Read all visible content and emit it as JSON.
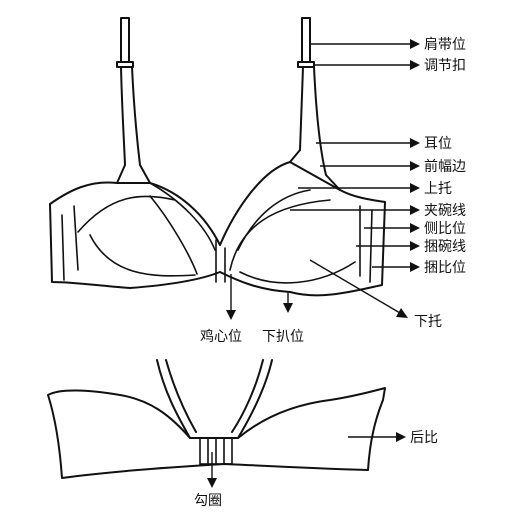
{
  "diagram": {
    "labels": {
      "strap_position": "肩带位",
      "adjuster_buckle": "调节扣",
      "ear_position": "耳位",
      "front_edge": "前幅边",
      "upper_cup": "上托",
      "clip_wire_line": "夹碗线",
      "side_panel": "侧比位",
      "wire_channel": "捆碗线",
      "band_position": "捆比位",
      "lower_cup": "下托",
      "center_gore": "鸡心位",
      "lower_band": "下扒位",
      "back_band": "后比",
      "hook_eye": "勾圈"
    },
    "colors": {
      "line": "#111111",
      "background": "#ffffff"
    }
  }
}
